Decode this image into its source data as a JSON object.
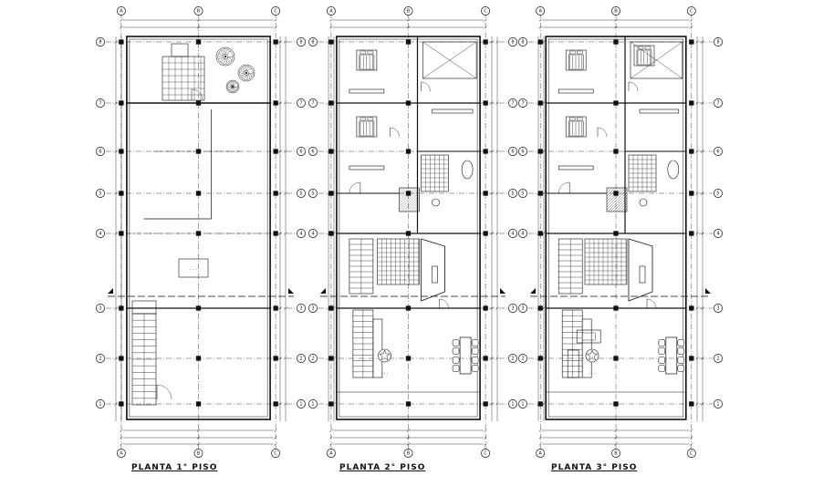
{
  "plans": [
    {
      "id": "plan-1",
      "title": "PLANTA 1° PISO"
    },
    {
      "id": "plan-2",
      "title": "PLANTA 2° PISO"
    },
    {
      "id": "plan-3",
      "title": "PLANTA 3° PISO"
    }
  ],
  "axis_letters": [
    "A",
    "B",
    "C"
  ],
  "axis_numbers": [
    "1",
    "2",
    "3",
    "4",
    "5",
    "6",
    "7",
    "8"
  ],
  "colors": {
    "line": "#111111",
    "background": "#ffffff",
    "hatch": "#333333"
  }
}
